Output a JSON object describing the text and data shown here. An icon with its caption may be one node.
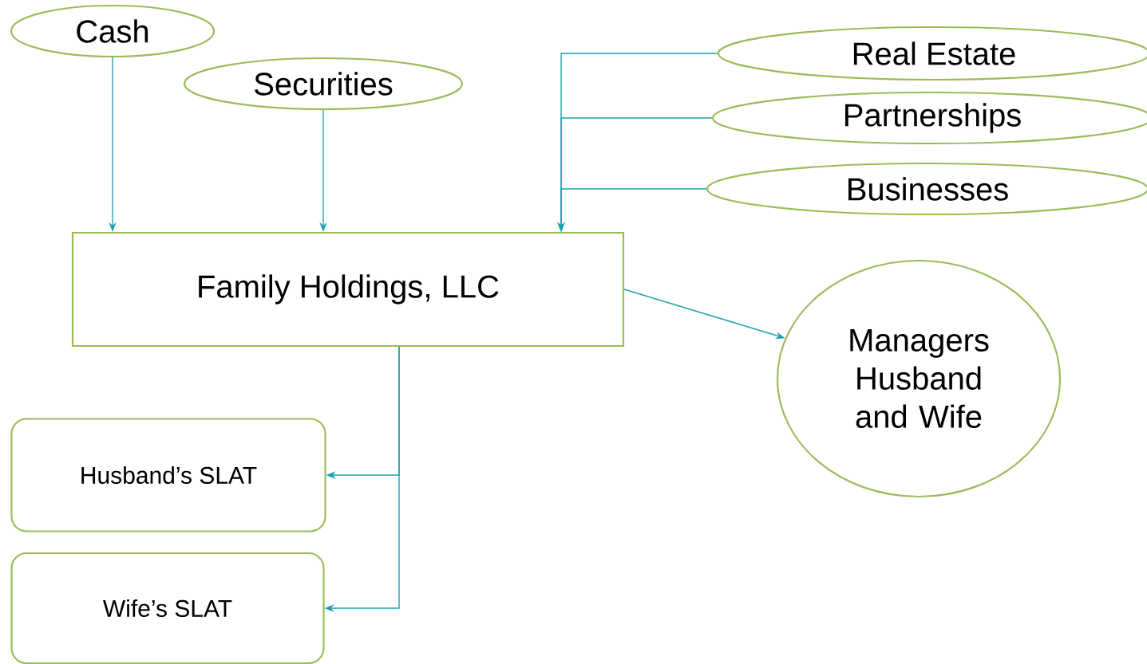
{
  "diagram": {
    "nodes": [
      {
        "text": [
          "Cash"
        ]
      },
      {
        "text": [
          "Securities"
        ]
      },
      {
        "text": [
          "Real Estate"
        ]
      },
      {
        "text": [
          "Partnerships"
        ]
      },
      {
        "text": [
          "Businesses"
        ]
      },
      {
        "text": [
          "Family Holdings, LLC"
        ]
      },
      {
        "text": [
          "Managers Husband and Wife"
        ]
      },
      {
        "text": [
          "Husband’s SLAT"
        ]
      },
      {
        "text": [
          "Wife’s SLAT"
        ]
      }
    ],
    "edges": [
      {
        "from": 0,
        "to": 5,
        "arrow": "to"
      },
      {
        "from": 1,
        "to": 5,
        "arrow": "to"
      },
      {
        "from": 2,
        "to": 5,
        "arrow": "to"
      },
      {
        "from": 3,
        "to": 5,
        "arrow": "to"
      },
      {
        "from": 4,
        "to": 5,
        "arrow": "to"
      },
      {
        "from": 5,
        "to": 6,
        "arrow": "to"
      },
      {
        "from": 5,
        "to": 7,
        "arrow": "to"
      },
      {
        "from": 5,
        "to": 8,
        "arrow": "to"
      }
    ]
  }
}
